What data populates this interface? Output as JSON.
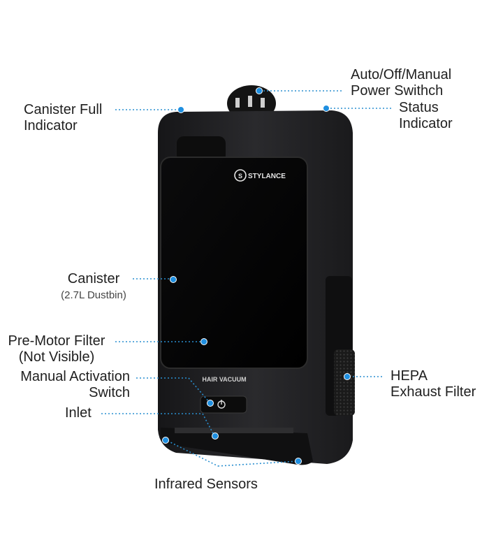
{
  "brand": {
    "logo_text": "STYLANCE",
    "model_text": "HAIR VACUUM"
  },
  "labels": {
    "power_switch": {
      "line1": "Auto/Off/Manual",
      "line2": "Power Swithch"
    },
    "canister_full": {
      "line1": "Canister Full",
      "line2": "Indicator"
    },
    "status": {
      "line1": "Status",
      "line2": "Indicator"
    },
    "canister": {
      "line1": "Canister",
      "line2": "(2.7L Dustbin)"
    },
    "pre_motor": {
      "line1": "Pre-Motor Filter",
      "line2": "(Not Visible)"
    },
    "manual_switch": {
      "line1": "Manual Activation",
      "line2": "Switch"
    },
    "inlet": {
      "line1": "Inlet"
    },
    "hepa": {
      "line1": "HEPA",
      "line2": "Exhaust Filter"
    },
    "infrared": {
      "line1": "Infrared Sensors"
    }
  },
  "colors": {
    "leader": "#2a8fd0",
    "dot": "#1f8fe0",
    "body": "#1c1c1e",
    "panel": "#050505"
  },
  "icons": {
    "power": "power-icon"
  }
}
